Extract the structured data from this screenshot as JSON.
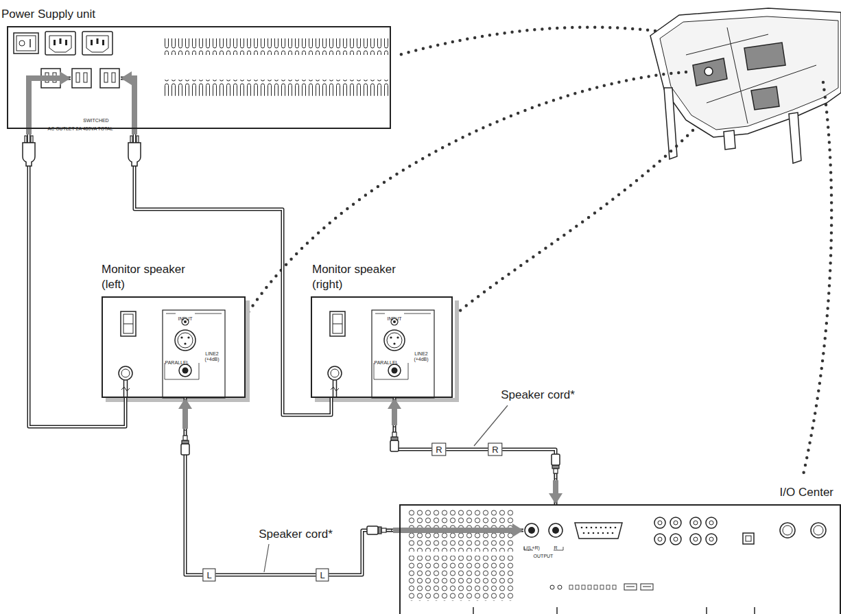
{
  "diagram": {
    "nodes": [
      {
        "text": [
          "Power Supply unit"
        ]
      },
      {
        "text": [
          "Monitor speaker (left)"
        ]
      },
      {
        "text": [
          "Monitor speaker (right)"
        ]
      },
      {
        "text": [
          "I/O Center"
        ]
      }
    ],
    "edges": [
      {
        "from": 1,
        "to": 0,
        "arrow": "to"
      },
      {
        "from": 2,
        "to": 0,
        "arrow": "to"
      },
      {
        "from": 2,
        "to": 3,
        "label": "Speaker cord*",
        "arrow": "both"
      },
      {
        "from": 1,
        "to": 3,
        "label": "Speaker cord*",
        "arrow": "both"
      }
    ],
    "labels": [
      "SWITCHED",
      "AC OUTLET 2A 480VA TOTAL",
      "INPUT",
      "PARALLEL",
      "LINE2 (+4dB)",
      "INPUT",
      "PARALLEL",
      "LINE2 (+4dB)",
      "R",
      "R",
      "L",
      "L",
      "L/(L+R)",
      "R",
      "OUTPUT"
    ]
  }
}
